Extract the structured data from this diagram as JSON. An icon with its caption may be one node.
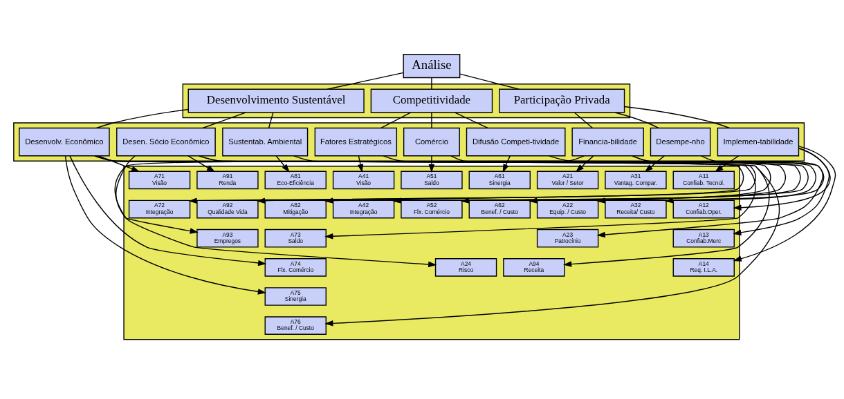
{
  "diagram": {
    "nodes": [
      {
        "text": [
          "Análise"
        ]
      },
      {
        "text": [],
        "shape": "band"
      },
      {
        "text": [
          "Participação Privada"
        ],
        "in": 1
      },
      {
        "text": [
          "Competitividade"
        ],
        "in": 1
      },
      {
        "text": [
          "Desenvolvimento Sustentável"
        ],
        "in": 1
      },
      {
        "text": [],
        "shape": "band"
      },
      {
        "text": [
          "Implemen-tabilidade"
        ],
        "in": 5
      },
      {
        "text": [
          "Financia-bilidade"
        ],
        "in": 5
      },
      {
        "text": [
          "Desempe-nho"
        ],
        "in": 5
      },
      {
        "text": [
          "Fatores Estratégicos"
        ],
        "in": 5
      },
      {
        "text": [
          "Comércio"
        ],
        "in": 5
      },
      {
        "text": [
          "Difusão Competi-tividade"
        ],
        "in": 5
      },
      {
        "text": [
          "Desenvolv. Econômico"
        ],
        "in": 5
      },
      {
        "text": [
          "Sustentab. Ambiental"
        ],
        "in": 5
      },
      {
        "text": [
          "Desen. Sócio Econômico"
        ],
        "in": 5
      },
      {
        "text": [],
        "shape": "band"
      },
      {
        "text": [
          "A11",
          "Confiab. Tecnol."
        ],
        "in": 15
      },
      {
        "text": [
          "A12",
          "Confiab.Oper."
        ],
        "in": 15
      },
      {
        "text": [
          "A13",
          "Confiab.Merc"
        ],
        "in": 15
      },
      {
        "text": [
          "A14",
          "Req. I.L.A."
        ],
        "in": 15
      },
      {
        "text": [
          "A21",
          "Valor / Setor"
        ],
        "in": 15
      },
      {
        "text": [
          "A22",
          "Equip. / Custo"
        ],
        "in": 15
      },
      {
        "text": [
          "A23",
          "Patrocínio"
        ],
        "in": 15
      },
      {
        "text": [
          "A24",
          "Risco"
        ],
        "in": 15
      },
      {
        "text": [
          "A31",
          "Vantag. Compar."
        ],
        "in": 15
      },
      {
        "text": [
          "A32",
          "Receita/ Custo"
        ],
        "in": 15
      },
      {
        "text": [
          "A41",
          "Visão"
        ],
        "in": 15
      },
      {
        "text": [
          "A42",
          "Integração"
        ],
        "in": 15
      },
      {
        "text": [
          "A51",
          "Saldo"
        ],
        "in": 15
      },
      {
        "text": [
          "A52",
          "Flx. Comércio"
        ],
        "in": 15
      },
      {
        "text": [
          "A61",
          "Sinergia"
        ],
        "in": 15
      },
      {
        "text": [
          "A62",
          "Benef. / Custo"
        ],
        "in": 15
      },
      {
        "text": [
          "A71",
          "Visão"
        ],
        "in": 15
      },
      {
        "text": [
          "A72",
          "Integração"
        ],
        "in": 15
      },
      {
        "text": [
          "A73",
          "Saldo"
        ],
        "in": 15
      },
      {
        "text": [
          "A74",
          "Flx. Comércio"
        ],
        "in": 15
      },
      {
        "text": [
          "A75",
          "Sinergia"
        ],
        "in": 15
      },
      {
        "text": [
          "A76",
          "Benef. / Custo"
        ],
        "in": 15
      },
      {
        "text": [
          "A81",
          "Eco-Eficiência"
        ],
        "in": 15
      },
      {
        "text": [
          "A82",
          "Mitigação"
        ],
        "in": 15
      },
      {
        "text": [
          "A91",
          "Renda"
        ],
        "in": 15
      },
      {
        "text": [
          "A92",
          "Qualidade Vida"
        ],
        "in": 15
      },
      {
        "text": [
          "A93",
          "Empregos"
        ],
        "in": 15
      },
      {
        "text": [
          "A94",
          "Receita"
        ],
        "in": 15
      }
    ],
    "edges": [
      {
        "from": 0,
        "to": 2,
        "arrow": "none"
      },
      {
        "from": 0,
        "to": 3,
        "arrow": "none"
      },
      {
        "from": 0,
        "to": 4,
        "arrow": "none"
      },
      {
        "from": 2,
        "to": 6,
        "arrow": "none"
      },
      {
        "from": 2,
        "to": 7,
        "arrow": "none"
      },
      {
        "from": 2,
        "to": 8,
        "arrow": "none"
      },
      {
        "from": 3,
        "to": 9,
        "arrow": "none"
      },
      {
        "from": 3,
        "to": 10,
        "arrow": "none"
      },
      {
        "from": 3,
        "to": 11,
        "arrow": "none"
      },
      {
        "from": 4,
        "to": 12,
        "arrow": "none"
      },
      {
        "from": 4,
        "to": 13,
        "arrow": "none"
      },
      {
        "from": 4,
        "to": 14,
        "arrow": "none"
      },
      {
        "from": 6,
        "to": 16,
        "arrow": "to"
      },
      {
        "from": 6,
        "to": 17,
        "arrow": "to"
      },
      {
        "from": 6,
        "to": 18,
        "arrow": "to"
      },
      {
        "from": 6,
        "to": 19,
        "arrow": "to"
      },
      {
        "from": 7,
        "to": 20,
        "arrow": "to"
      },
      {
        "from": 7,
        "to": 21,
        "arrow": "to"
      },
      {
        "from": 7,
        "to": 22,
        "arrow": "to"
      },
      {
        "from": 7,
        "to": 23,
        "arrow": "to"
      },
      {
        "from": 8,
        "to": 24,
        "arrow": "to"
      },
      {
        "from": 8,
        "to": 25,
        "arrow": "to"
      },
      {
        "from": 9,
        "to": 26,
        "arrow": "to"
      },
      {
        "from": 9,
        "to": 27,
        "arrow": "to"
      },
      {
        "from": 10,
        "to": 28,
        "arrow": "to"
      },
      {
        "from": 10,
        "to": 29,
        "arrow": "to"
      },
      {
        "from": 11,
        "to": 30,
        "arrow": "to"
      },
      {
        "from": 11,
        "to": 31,
        "arrow": "to"
      },
      {
        "from": 12,
        "to": 32,
        "arrow": "to"
      },
      {
        "from": 12,
        "to": 33,
        "arrow": "to"
      },
      {
        "from": 12,
        "to": 34,
        "arrow": "to"
      },
      {
        "from": 12,
        "to": 35,
        "arrow": "to"
      },
      {
        "from": 12,
        "to": 36,
        "arrow": "to"
      },
      {
        "from": 12,
        "to": 37,
        "arrow": "to"
      },
      {
        "from": 13,
        "to": 38,
        "arrow": "to"
      },
      {
        "from": 13,
        "to": 39,
        "arrow": "to"
      },
      {
        "from": 14,
        "to": 40,
        "arrow": "to"
      },
      {
        "from": 14,
        "to": 41,
        "arrow": "to"
      },
      {
        "from": 14,
        "to": 42,
        "arrow": "to"
      },
      {
        "from": 14,
        "to": 43,
        "arrow": "to"
      }
    ]
  }
}
